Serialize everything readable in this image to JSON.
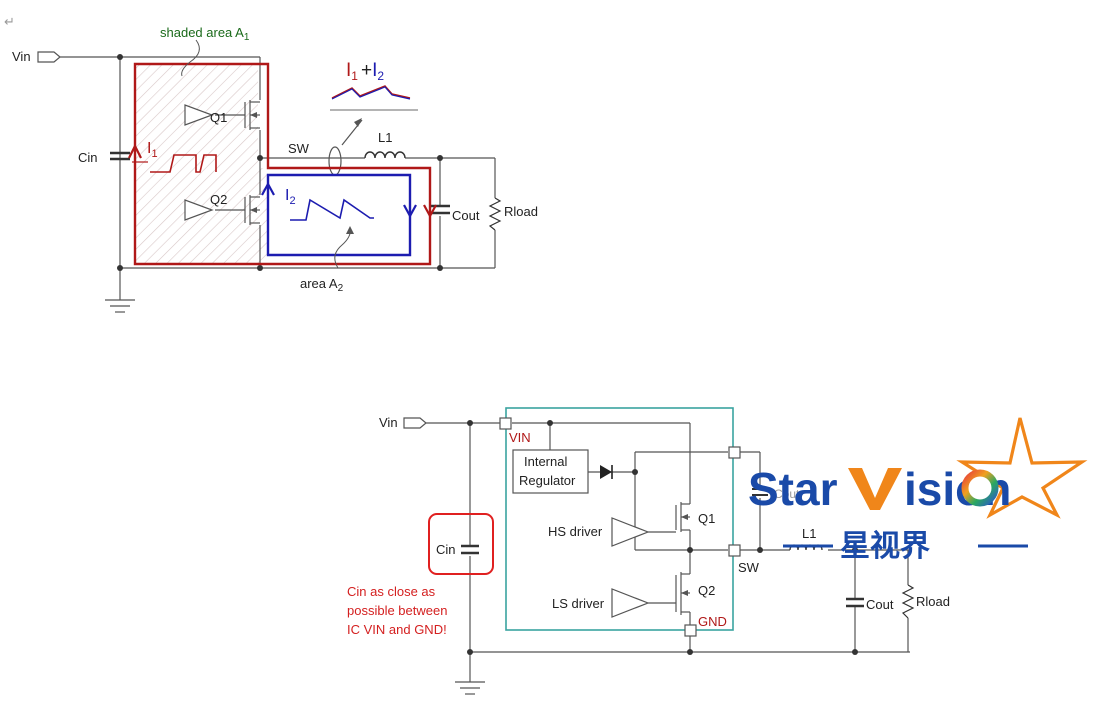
{
  "top_circuit": {
    "vin": "Vin",
    "shaded_area": "shaded area A",
    "shaded_area_sub": "1",
    "q1": "Q1",
    "q2": "Q2",
    "cin": "Cin",
    "i1": "I",
    "i1_sub": "1",
    "sw": "SW",
    "l1": "L1",
    "i2": "I",
    "i2_sub": "2",
    "cout": "Cout",
    "rload": "Rload",
    "area2": "area A",
    "area2_sub": "2",
    "sum_i1": "I",
    "sum_i1_sub": "1",
    "sum_plus": "+",
    "sum_i2": "I",
    "sum_i2_sub": "2",
    "colors": {
      "red": "#b01818",
      "blue": "#1c1cb0",
      "wire": "#555555"
    }
  },
  "bottom_circuit": {
    "vin": "Vin",
    "vin_pin": "VIN",
    "regulator_line1": "Internal",
    "regulator_line2": "Regulator",
    "hs_driver": "HS driver",
    "ls_driver": "LS driver",
    "q1": "Q1",
    "q2": "Q2",
    "sw": "SW",
    "gnd": "GND",
    "cin": "Cin",
    "l1": "L1",
    "cout": "Cout",
    "rload": "Rload",
    "boot_cap": "Cout",
    "note_line1": "Cin as close as",
    "note_line2": "possible between",
    "note_line3": "IC VIN and GND!",
    "colors": {
      "ic_box": "#3aa3a0",
      "note": "#d42020",
      "highlight": "#e02020"
    }
  },
  "watermark": {
    "brand_start": "Star",
    "brand_v": "V",
    "brand_end": "ision",
    "chinese": "星视界",
    "colors": {
      "blue": "#1a4aa8",
      "orange": "#f0861a"
    }
  }
}
